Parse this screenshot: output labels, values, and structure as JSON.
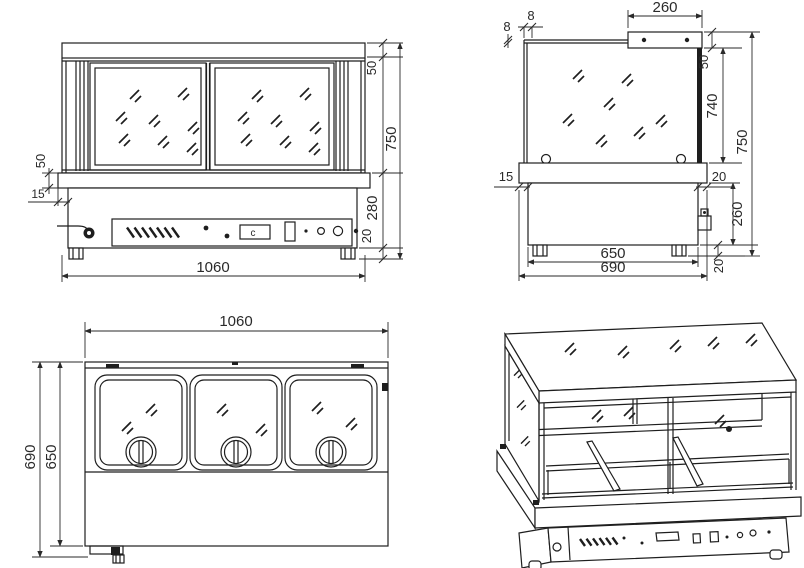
{
  "drawing": {
    "background": "#ffffff",
    "line_color": "#1e1e1e"
  },
  "views": {
    "front": {
      "name": "front elevation",
      "dims": {
        "width": "1060",
        "total_height": "750",
        "base_height": "280",
        "canopy_height": "50",
        "shelf_height": "50",
        "shelf_offset": "15",
        "feet_height": "20"
      },
      "panel": {
        "display_glyph": "c"
      }
    },
    "side": {
      "name": "side elevation",
      "dims": {
        "canopy_width": "260",
        "glass_thickness": "8",
        "glass_setback": "8",
        "canopy_height": "50",
        "glass_height": "740",
        "total_height": "750",
        "front_overhang": "15",
        "rear_overhang": "20",
        "body_height": "260",
        "feet_height": "20",
        "body_width": "650",
        "total_width": "690"
      }
    },
    "top": {
      "name": "plan view",
      "dims": {
        "width": "1060",
        "total_depth": "690",
        "body_depth": "650"
      }
    },
    "iso": {
      "name": "isometric view"
    }
  }
}
